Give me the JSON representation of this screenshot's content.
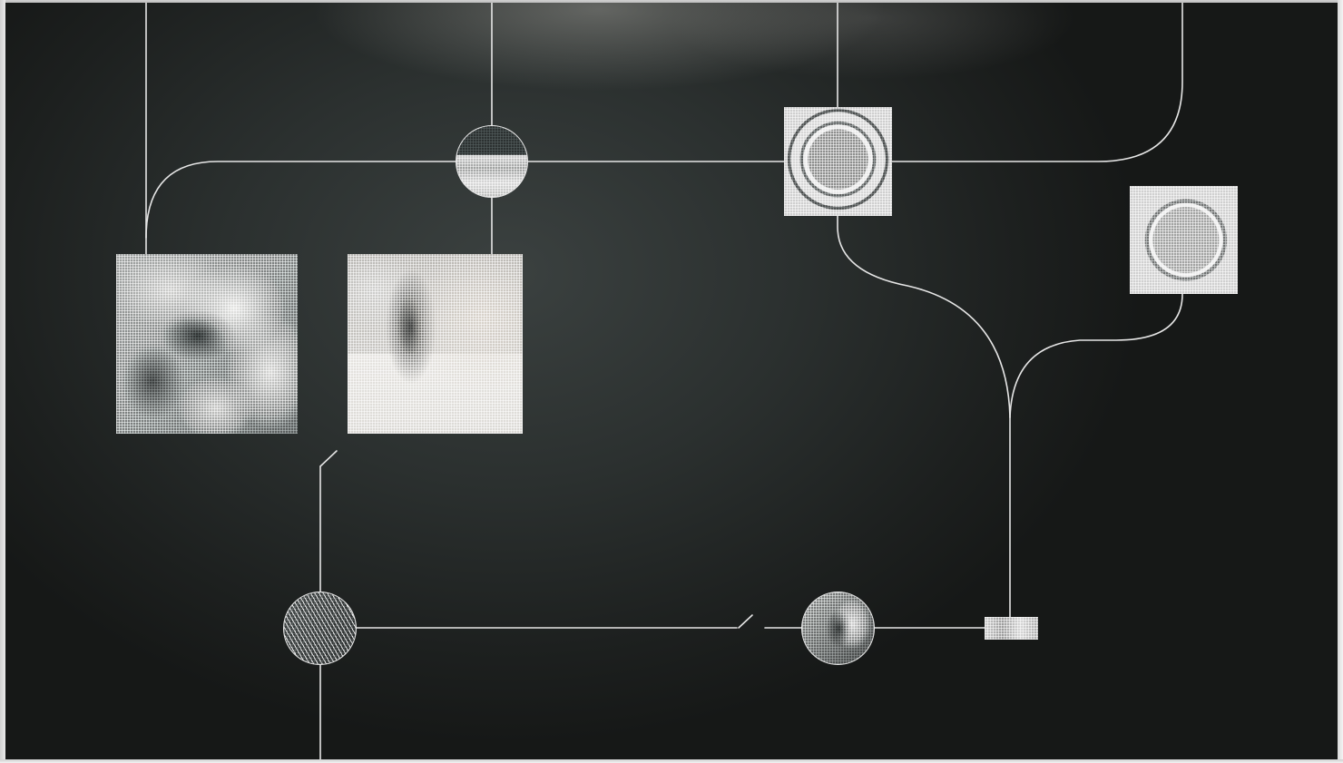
{
  "scene": {
    "description_free": true,
    "line_color": "#e6e6e6",
    "background_tone": "#2b302f",
    "nodes": [
      {
        "id": "coral-mesh",
        "shape": "square",
        "icon": "wireframe-coral"
      },
      {
        "id": "rock-mesh",
        "shape": "square",
        "icon": "wireframe-rock"
      },
      {
        "id": "sphere-mesh-top",
        "shape": "square",
        "icon": "wireframe-sphere"
      },
      {
        "id": "sphere-mesh-right",
        "shape": "square",
        "icon": "wireframe-sphere"
      },
      {
        "id": "strip-mesh",
        "shape": "rectangle",
        "icon": "wireframe-strip"
      },
      {
        "id": "circle-top",
        "shape": "circle",
        "icon": "wireframe-terrain"
      },
      {
        "id": "circle-bottom-left",
        "shape": "circle",
        "icon": "wireframe-lines"
      },
      {
        "id": "circle-bottom-right",
        "shape": "circle",
        "icon": "wireframe-cavity"
      }
    ]
  }
}
